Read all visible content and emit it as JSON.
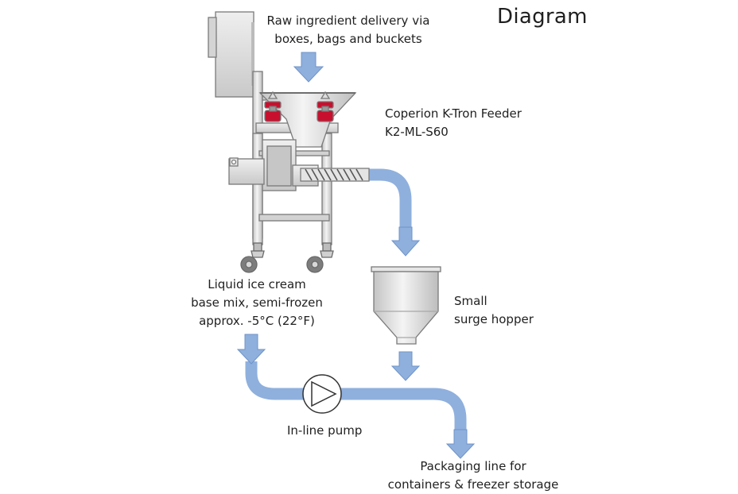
{
  "title": "Diagram",
  "labels": {
    "raw_delivery": [
      "Raw ingredient delivery via",
      "boxes, bags and buckets"
    ],
    "feeder": [
      "Coperion K-Tron Feeder",
      "K2-ML-S60"
    ],
    "liquid_mix": [
      "Liquid ice cream",
      "base mix, semi-frozen",
      "approx. -5°C (22°F)"
    ],
    "surge_hopper": [
      "Small",
      "surge hopper"
    ],
    "pump": "In-line pump",
    "packaging": [
      "Packaging line for",
      "containers & freezer storage"
    ]
  },
  "colors": {
    "flow": "#8fb0dd",
    "flow_stroke": "#6f93c8",
    "machine": "#d8d8d8",
    "machine_stroke": "#7a7a7a",
    "load_cell": "#c8102e"
  }
}
